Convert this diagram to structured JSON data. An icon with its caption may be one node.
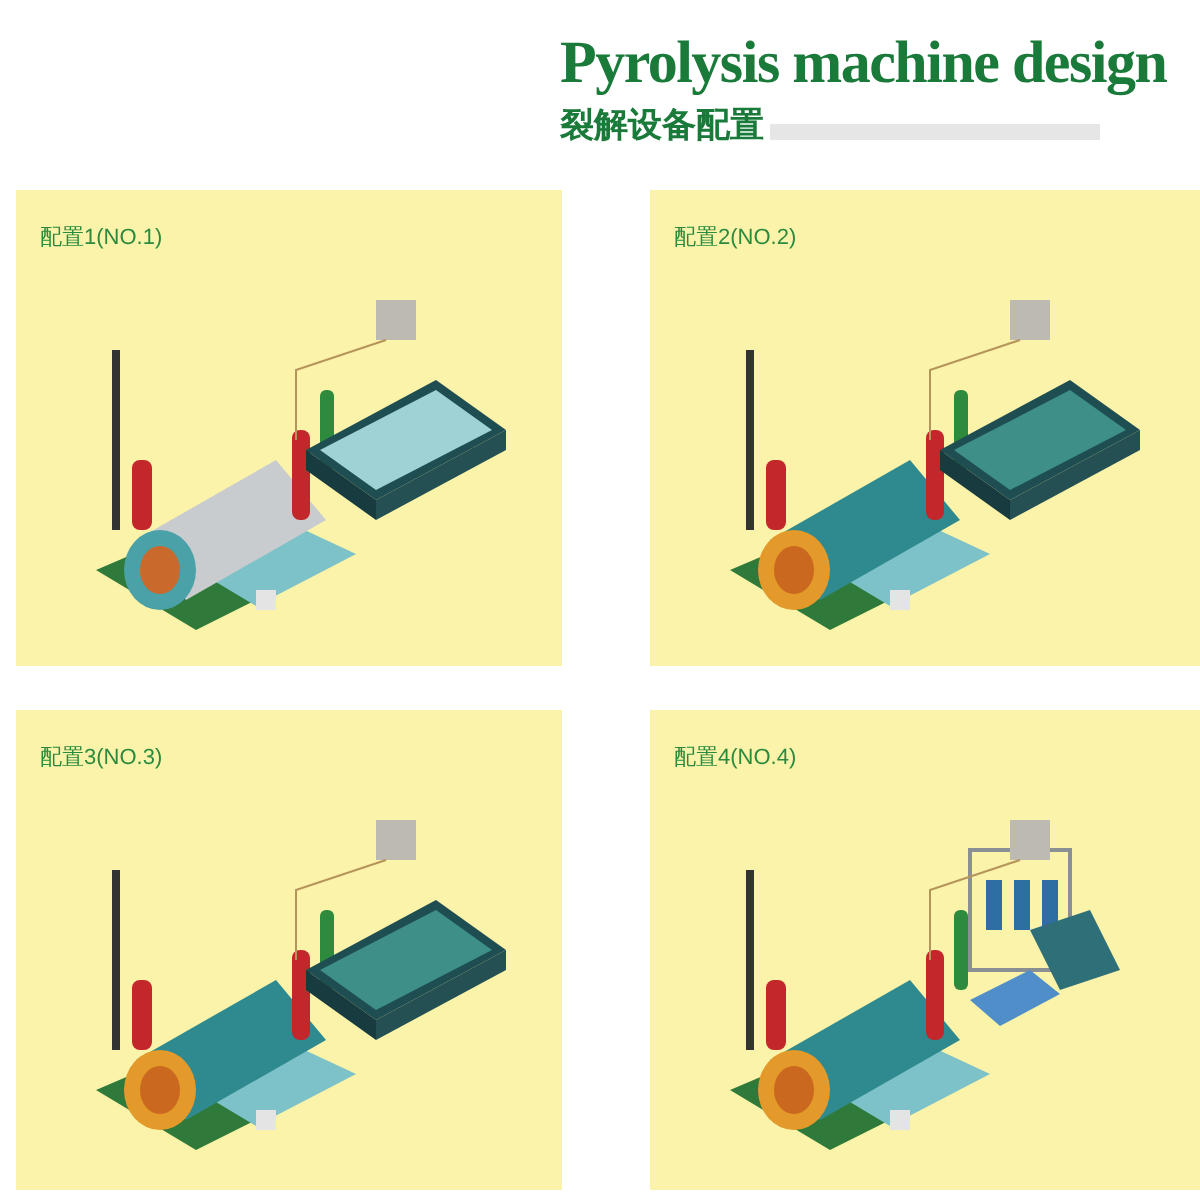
{
  "diagram": {
    "title": "Pyrolysis machine design",
    "nodes": [
      {
        "text": [
          "配置1(NO.1)"
        ]
      },
      {
        "text": [
          "配置2(NO.2)"
        ]
      },
      {
        "text": [
          "配置3(NO.3)"
        ]
      },
      {
        "text": [
          "配置4(NO.4)"
        ]
      }
    ],
    "labels": [
      "裂解设备配置"
    ]
  }
}
